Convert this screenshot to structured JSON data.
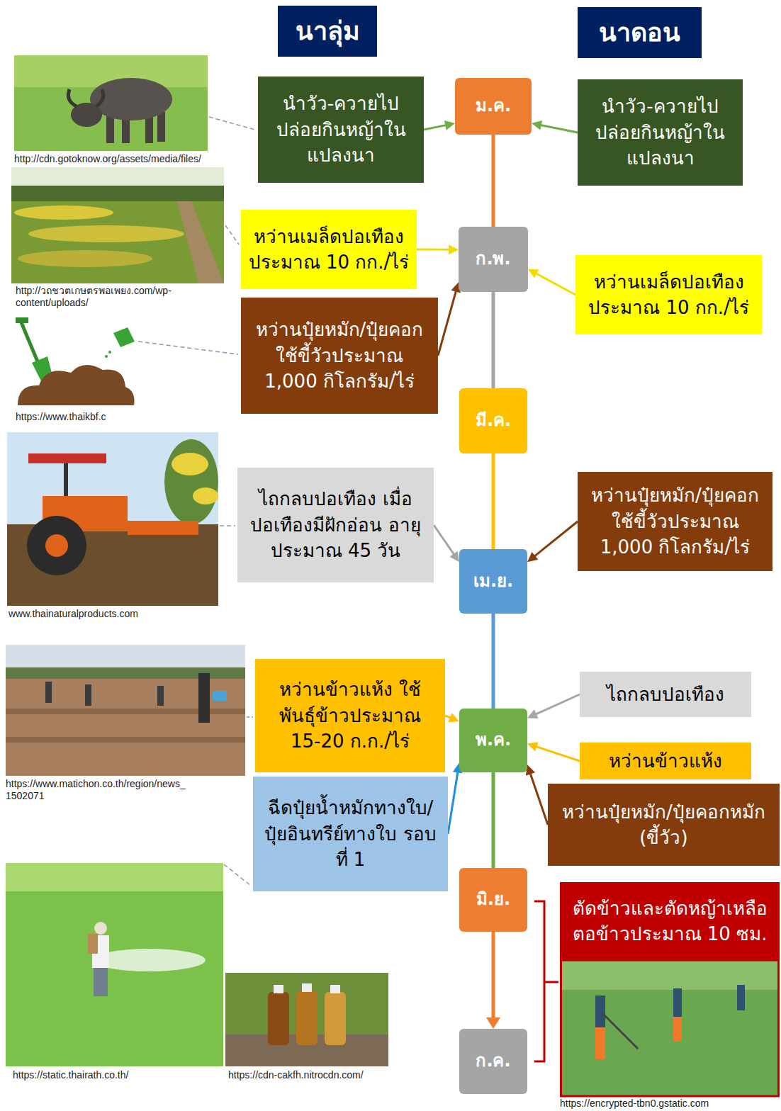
{
  "diagram": {
    "nodes": [
      {
        "text": [
          "นาลุ่ม"
        ]
      },
      {
        "text": [
          "นาดอน"
        ]
      },
      {
        "text": [
          "ม.ค."
        ]
      },
      {
        "text": [
          "นำวัว-ควายไป ปล่อยกินหญ้าใน แปลงนา"
        ]
      },
      {
        "text": [
          "นำวัว-ควายไป ปล่อยกินหญ้าใน แปลงนา"
        ]
      },
      {
        "text": [
          "ก.พ."
        ]
      },
      {
        "text": [
          "หว่านเมล็ดปอเทือง ประมาณ 10 กก./ไร่"
        ]
      },
      {
        "text": [
          "หว่านเมล็ดปอเทือง ประมาณ 10 กก./ไร่"
        ]
      },
      {
        "text": [
          "หว่านปุ๋ยหมัก/ปุ๋ยคอก ใช้ขี้วัวประมาณ 1,000 กิโลกรัม/ไร่"
        ]
      },
      {
        "text": [
          "มี.ค."
        ]
      },
      {
        "text": [
          "ไถกลบปอเทือง เมื่อ ปอเทืองมีฝักอ่อน อายุประมาณ 45 วัน"
        ]
      },
      {
        "text": [
          "หว่านปุ๋ยหมัก/ปุ๋ยคอก ใช้ขี้วัวประมาณ 1,000 กิโลกรัม/ไร่"
        ]
      },
      {
        "text": [
          "เม.ย."
        ]
      },
      {
        "text": [
          "หว่านข้าวแห้ง ใช้พันธุ์ข้าวประมาณ 15-20 ก.ก./ไร่"
        ]
      },
      {
        "text": [
          "ไถกลบปอเทือง"
        ]
      },
      {
        "text": [
          "พ.ค."
        ]
      },
      {
        "text": [
          "หว่านข้าวแห้ง"
        ]
      },
      {
        "text": [
          "ฉีดปุ๋ยน้ำหมักทางใบ/ ปุ๋ยอินทรีย์ทางใบ รอบที่ 1"
        ]
      },
      {
        "text": [
          "หว่านปุ๋ยหมัก/ปุ๋ยคอกหมัก (ขี้วัว)"
        ]
      },
      {
        "text": [
          "มิ.ย."
        ]
      },
      {
        "text": [
          "ตัดข้าวและตัดหญ้าเหลือ ตอข้าวประมาณ 10 ซม."
        ]
      },
      {
        "text": [
          "ก.ค."
        ]
      }
    ],
    "edges": [
      {
        "from": 2,
        "to": 5,
        "arrow": "none"
      },
      {
        "from": 5,
        "to": 9,
        "arrow": "none"
      },
      {
        "from": 9,
        "to": 12,
        "arrow": "none"
      },
      {
        "from": 12,
        "to": 15,
        "arrow": "none"
      },
      {
        "from": 15,
        "to": 19,
        "arrow": "none"
      },
      {
        "from": 19,
        "to": 21,
        "arrow": "to"
      },
      {
        "from": 3,
        "to": 2,
        "arrow": "to"
      },
      {
        "from": 4,
        "to": 2,
        "arrow": "to"
      },
      {
        "from": 6,
        "to": 5,
        "arrow": "to"
      },
      {
        "from": 8,
        "to": 5,
        "arrow": "to"
      },
      {
        "from": 7,
        "to": 5,
        "arrow": "to"
      },
      {
        "from": 10,
        "to": 12,
        "arrow": "to"
      },
      {
        "from": 11,
        "to": 12,
        "arrow": "to"
      },
      {
        "from": 13,
        "to": 15,
        "arrow": "to"
      },
      {
        "from": 14,
        "to": 15,
        "arrow": "to"
      },
      {
        "from": 17,
        "to": 15,
        "arrow": "to"
      },
      {
        "from": 16,
        "to": 15,
        "arrow": "to"
      },
      {
        "from": 18,
        "to": 15,
        "arrow": "to"
      }
    ],
    "labels": [
      "http://cdn.gotoknow.org/assets/media/files/",
      "http://วถชวตเกษตรพอเพยง.com/wp- content/uploads/",
      "https://www.thaikbf.c",
      "www.thainaturalproducts.com",
      "https://www.matichon.co.th/region/news_ 1502071",
      "https://static.thairath.co.th/",
      "https://cdn-cakfh.nitrocdn.com/",
      "https://encrypted-tbn0.gstatic.com"
    ]
  }
}
